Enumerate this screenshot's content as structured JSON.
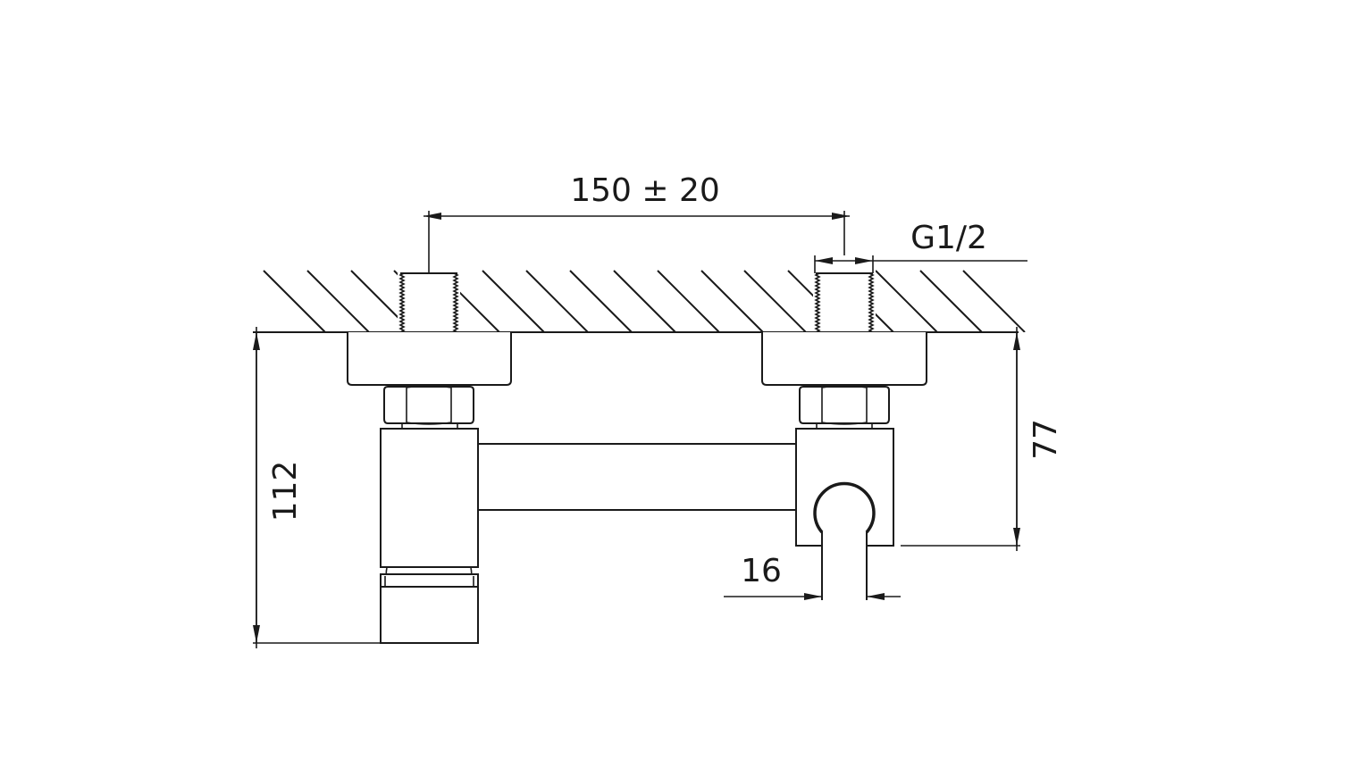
{
  "drawing": {
    "dimensions": {
      "spacing": "150 ± 20",
      "thread": "G1/2",
      "total_depth": "112",
      "body_depth": "77",
      "outlet_diameter": "16"
    },
    "colors": {
      "line": "#1a1a1a",
      "background": "#ffffff"
    }
  }
}
